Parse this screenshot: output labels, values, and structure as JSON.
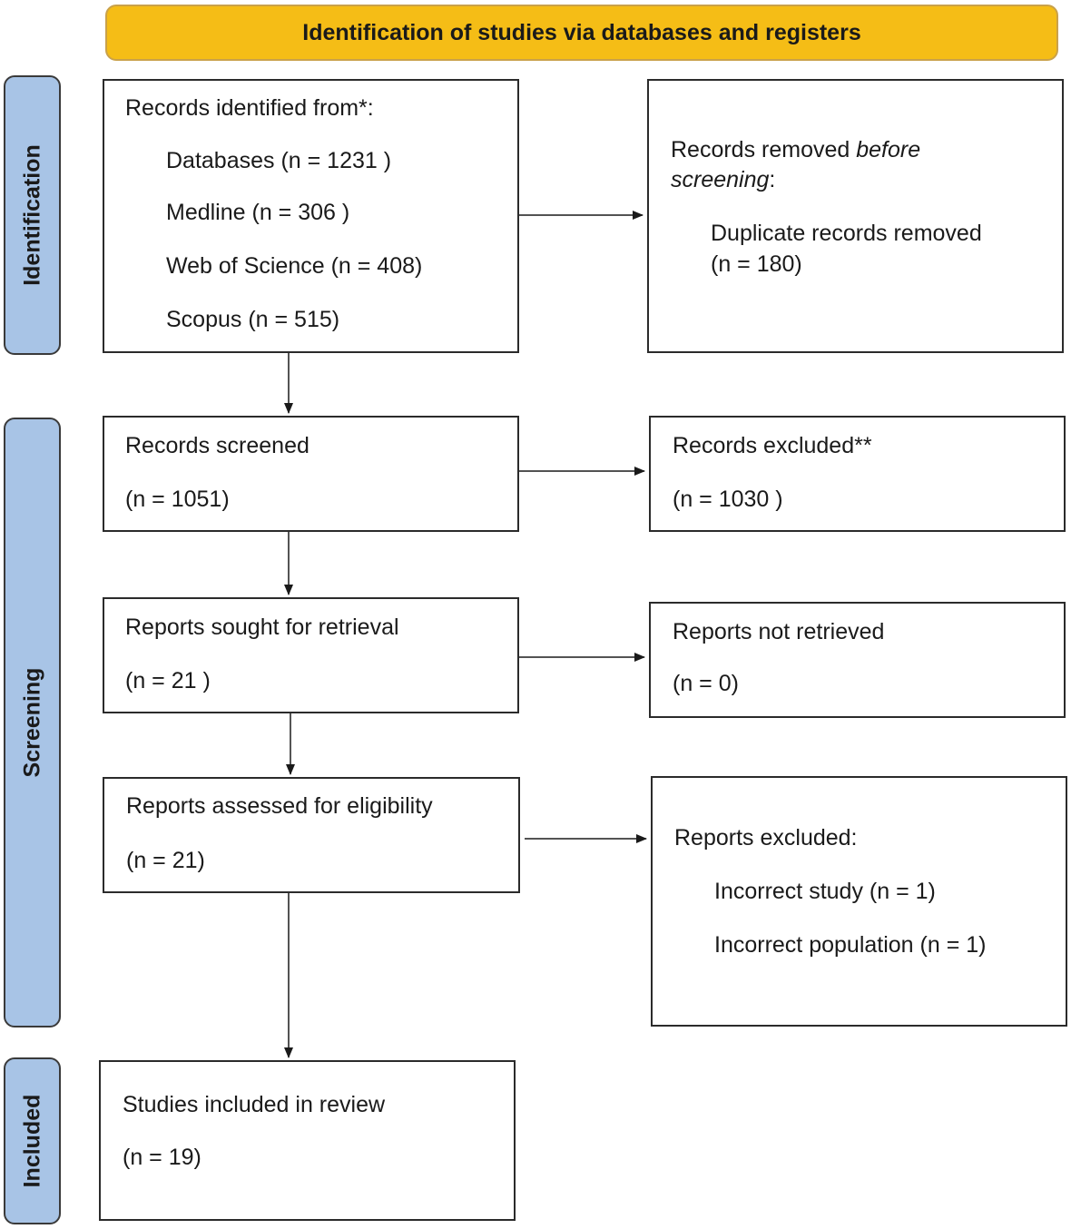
{
  "header": {
    "title": "Identification of studies via databases and registers"
  },
  "phases": {
    "identification": "Identification",
    "screening": "Screening",
    "included": "Included"
  },
  "identified": {
    "title": "Records identified from*:",
    "databases": "Databases (n = 1231 )",
    "medline": "Medline (n = 306 )",
    "wos": "Web of Science (n = 408)",
    "scopus": "Scopus (n = 515)"
  },
  "removed": {
    "title_a": "Records removed ",
    "title_b": "before",
    "title_c": "screening",
    "title_d": ":",
    "dup_label": "Duplicate records removed",
    "dup_n": "(n = 180)"
  },
  "screened": {
    "title": "Records screened",
    "n": "(n = 1051)"
  },
  "excluded": {
    "title": "Records excluded**",
    "n": "(n = 1030 )"
  },
  "sought": {
    "title": "Reports sought for retrieval",
    "n": "(n = 21 )"
  },
  "not_retrieved": {
    "title": "Reports not retrieved",
    "n": "(n = 0)"
  },
  "assessed": {
    "title": "Reports assessed for eligibility",
    "n": "(n = 21)"
  },
  "reports_excluded": {
    "title": "Reports excluded:",
    "reason1": "Incorrect study (n = 1)",
    "reason2": "Incorrect population (n = 1)"
  },
  "included_box": {
    "title": "Studies included in review",
    "n": "(n = 19)"
  },
  "colors": {
    "header": "#f5bd16",
    "phase": "#a8c4e6"
  }
}
